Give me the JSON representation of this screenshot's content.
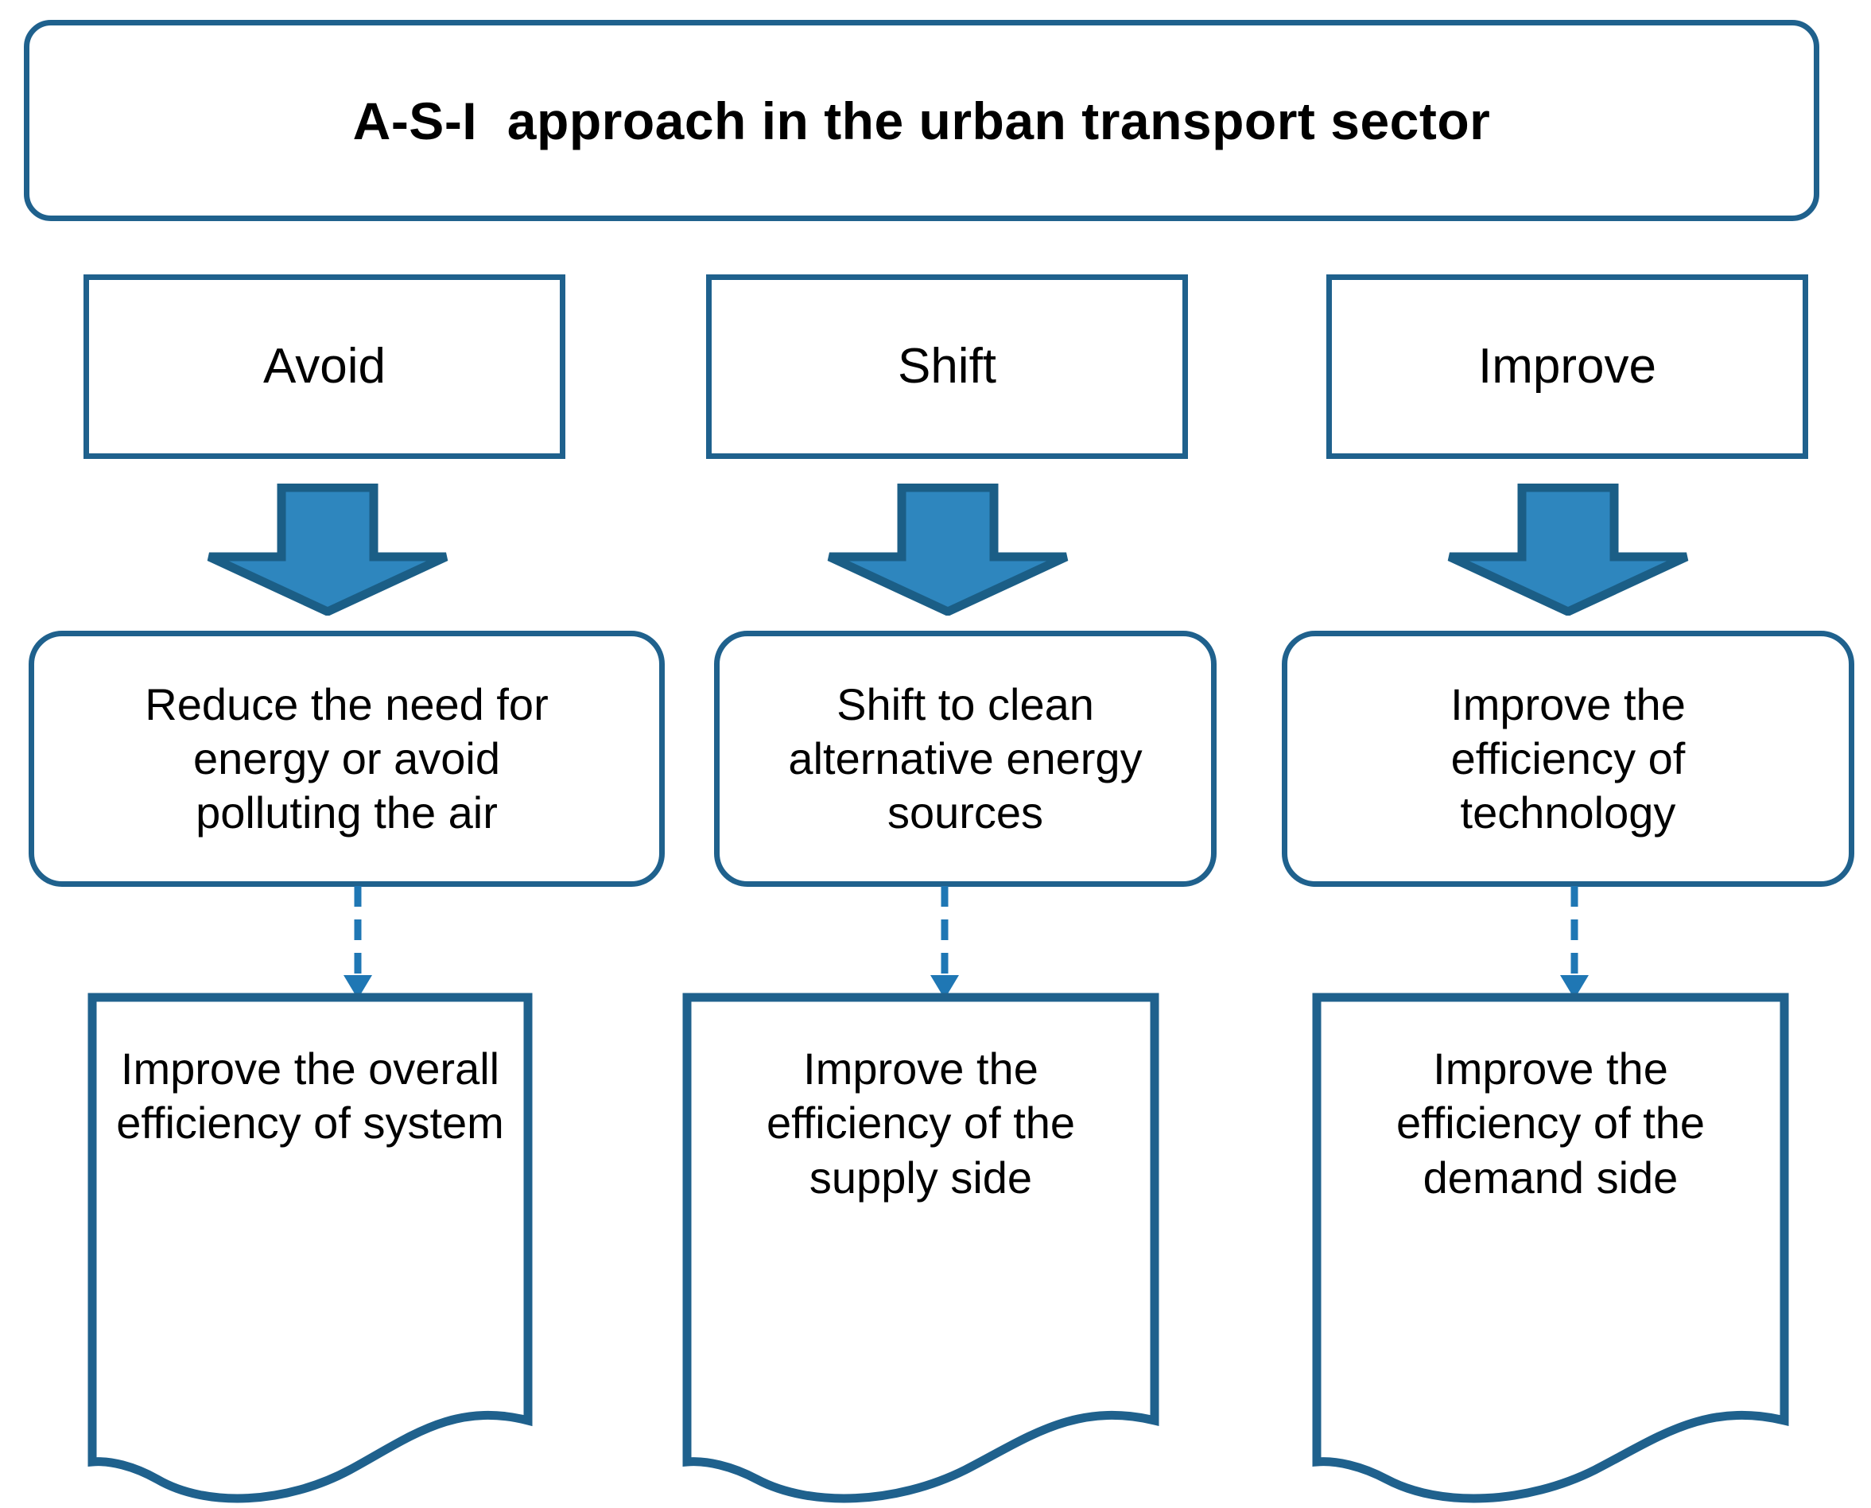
{
  "diagram": {
    "title": "A-S-I  approach in the urban transport sector",
    "colors": {
      "box_border": "#1F618D",
      "arrow_fill": "#2E86BE",
      "arrow_outline": "#1B5E86",
      "connector": "#1F77B4",
      "text": "#000000",
      "background": "#FFFFFF"
    },
    "columns": [
      {
        "category": "Avoid",
        "action": "Reduce the need for\nenergy or avoid\npolluting the air",
        "outcome": "Improve the overall\nefficiency of system",
        "arrow_icon": "down-arrow-icon",
        "connector_icon": "dashed-down-arrow-icon"
      },
      {
        "category": "Shift",
        "action": "Shift to clean\nalternative energy\nsources",
        "outcome": "Improve the\nefficiency of the\nsupply side",
        "arrow_icon": "down-arrow-icon",
        "connector_icon": "dashed-down-arrow-icon"
      },
      {
        "category": "Improve",
        "action": "Improve the\nefficiency of\ntechnology",
        "outcome": "Improve the\nefficiency of the\ndemand side",
        "arrow_icon": "down-arrow-icon",
        "connector_icon": "dashed-down-arrow-icon"
      }
    ]
  }
}
